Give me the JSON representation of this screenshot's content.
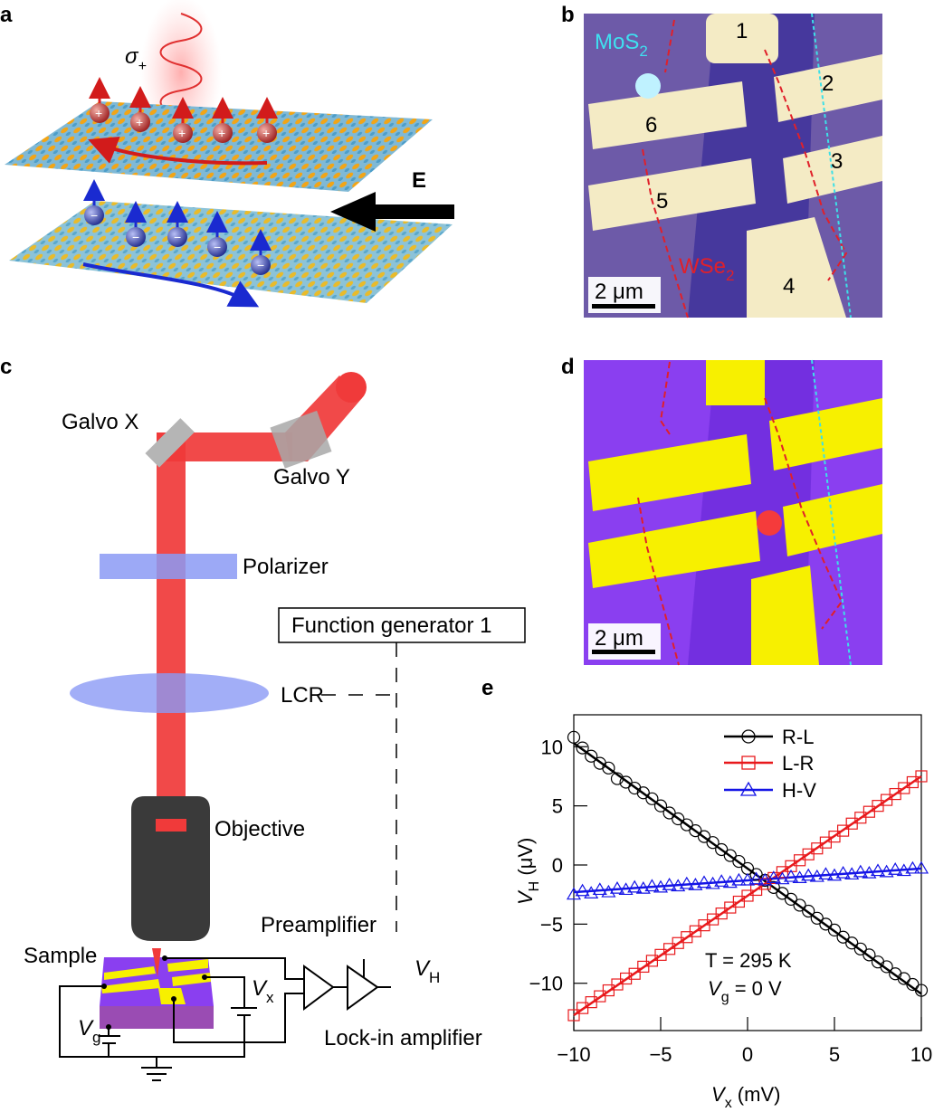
{
  "panels": {
    "a": {
      "label": "a",
      "polarization": {
        "base": "σ",
        "sub": "+"
      },
      "field_label": "E"
    },
    "b": {
      "label": "b",
      "material_top": {
        "base": "MoS",
        "sub": "2"
      },
      "material_bottom": {
        "base": "WSe",
        "sub": "2"
      },
      "electrodes": [
        "1",
        "2",
        "3",
        "4",
        "5",
        "6"
      ],
      "scale_bar": "2 μm"
    },
    "c": {
      "label": "c",
      "galvo_x": "Galvo X",
      "galvo_y": "Galvo Y",
      "polarizer": "Polarizer",
      "function_generator": "Function generator 1",
      "lcr": "LCR",
      "objective": "Objective",
      "preamplifier": "Preamplifier",
      "sample": "Sample",
      "vh": {
        "base": "V",
        "sub": "H"
      },
      "vx": {
        "base": "V",
        "sub": "x"
      },
      "vg": {
        "base": "V",
        "sub": "g"
      },
      "lockin": "Lock-in amplifier"
    },
    "d": {
      "label": "d",
      "scale_bar": "2 μm"
    },
    "e": {
      "label": "e",
      "annotation_t": "T = 295 K",
      "annotation_vg": {
        "base": "V",
        "sub": "g",
        "rest": " = 0 V"
      }
    }
  },
  "colors": {
    "rl": "#000000",
    "lr": "#e8191c",
    "hv": "#1414e6"
  },
  "chart_data": {
    "type": "scatter",
    "title": "",
    "xlabel": {
      "base": "V",
      "sub": "x",
      "rest": " (mV)"
    },
    "ylabel": {
      "base": "V",
      "sub": "H",
      "rest": " (μV)"
    },
    "xlim": [
      -10,
      10
    ],
    "ylim": [
      -14,
      12.7
    ],
    "xticks": [
      -10,
      -5,
      0,
      5,
      10
    ],
    "yticks": [
      -10,
      -5,
      0,
      5,
      10
    ],
    "xtick_labels": [
      "−10",
      "−5",
      "0",
      "5",
      "10"
    ],
    "ytick_labels": [
      "−10",
      "−5",
      "0",
      "5",
      "10"
    ],
    "grid": false,
    "legend_position": "top-right",
    "x": [
      -10,
      -9.5,
      -9,
      -8.5,
      -8,
      -7.5,
      -7,
      -6.5,
      -6,
      -5.5,
      -5,
      -4.5,
      -4,
      -3.5,
      -3,
      -2.5,
      -2,
      -1.5,
      -1,
      -0.5,
      0,
      0.5,
      1,
      1.5,
      2,
      2.5,
      3,
      3.5,
      4,
      4.5,
      5,
      5.5,
      6,
      6.5,
      7,
      7.5,
      8,
      8.5,
      9,
      9.5,
      10
    ],
    "series": [
      {
        "name": "R-L",
        "marker": "circle",
        "color": "#000000",
        "values": [
          10.8,
          9.9,
          9.2,
          8.6,
          8.2,
          7.3,
          7.0,
          6.5,
          6.1,
          5.6,
          5.0,
          4.4,
          3.9,
          3.4,
          2.9,
          2.4,
          1.9,
          1.3,
          0.8,
          0.3,
          -0.3,
          -0.8,
          -1.3,
          -1.9,
          -2.4,
          -2.9,
          -3.4,
          -3.9,
          -4.5,
          -5.0,
          -5.5,
          -6.1,
          -6.6,
          -7.1,
          -7.6,
          -8.2,
          -8.6,
          -9.2,
          -9.6,
          -10.1,
          -10.6
        ],
        "fit": [
          10.3,
          -10.9
        ]
      },
      {
        "name": "L-R",
        "marker": "square",
        "color": "#e8191c",
        "values": [
          -12.7,
          -12.1,
          -11.6,
          -11.1,
          -10.6,
          -10.1,
          -9.6,
          -9.2,
          -8.6,
          -8.1,
          -7.6,
          -7.1,
          -6.6,
          -6.1,
          -5.6,
          -5.1,
          -4.6,
          -4.1,
          -3.6,
          -3.1,
          -2.6,
          -2.1,
          -1.6,
          -1.1,
          -0.6,
          -0.1,
          0.4,
          0.9,
          1.4,
          1.9,
          2.4,
          2.9,
          3.5,
          4.0,
          4.5,
          5.0,
          5.5,
          6.0,
          6.5,
          7.0,
          7.5
        ],
        "fit": [
          -12.7,
          7.5
        ]
      },
      {
        "name": "H-V",
        "marker": "triangle",
        "color": "#1414e6",
        "values": [
          -2.5,
          -2.2,
          -2.4,
          -2.1,
          -2.3,
          -2.0,
          -2.1,
          -1.9,
          -2.0,
          -1.8,
          -1.9,
          -1.7,
          -1.8,
          -1.6,
          -1.7,
          -1.5,
          -1.6,
          -1.4,
          -1.5,
          -1.3,
          -1.3,
          -1.2,
          -1.3,
          -1.1,
          -1.2,
          -1.0,
          -1.1,
          -0.9,
          -1.0,
          -0.8,
          -0.9,
          -0.7,
          -0.8,
          -0.6,
          -0.7,
          -0.5,
          -0.6,
          -0.4,
          -0.5,
          -0.3,
          -0.3
        ],
        "fit": [
          -2.3,
          -0.3
        ]
      }
    ]
  }
}
